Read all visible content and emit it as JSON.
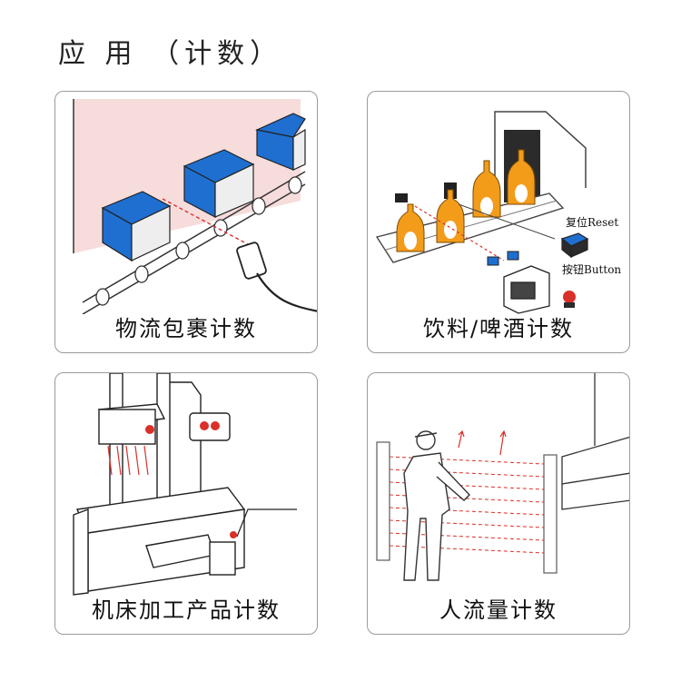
{
  "page": {
    "title": "应 用 （计数）"
  },
  "cards": [
    {
      "caption": "物流包裹计数"
    },
    {
      "caption": "饮料/啤酒计数",
      "labels": {
        "reset": "复位Reset",
        "button": "按钮Button"
      }
    },
    {
      "caption": "机床加工产品计数"
    },
    {
      "caption": "人流量计数"
    }
  ],
  "colors": {
    "box_blue": "#1f6fd1",
    "bottle_orange": "#f39c1a",
    "beam_red": "#d9302a",
    "pink_bg": "#f7dcdc"
  }
}
